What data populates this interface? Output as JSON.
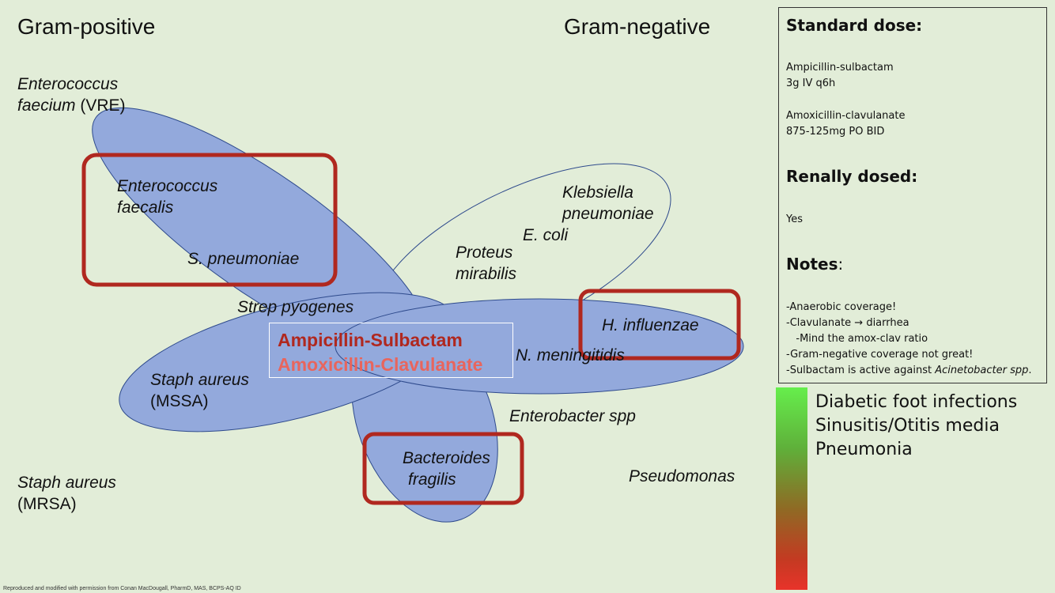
{
  "headers": {
    "gram_positive": "Gram-positive",
    "gram_negative": "Gram-negative"
  },
  "organisms": {
    "e_faecium_line1": "Enterococcus",
    "e_faecium_line2": "faecium",
    "e_faecium_note": "(VRE)",
    "e_faecalis_line1": "Enterococcus",
    "e_faecalis_line2": "faecalis",
    "s_pneumoniae": "S. pneumoniae",
    "strep_pyogenes": "Strep pyogenes",
    "staph_mssa_line1": "Staph aureus",
    "staph_mssa_line2": "(MSSA)",
    "staph_mrsa_line1": "Staph aureus",
    "staph_mrsa_line2": "(MRSA)",
    "klebsiella_line1": "Klebsiella",
    "klebsiella_line2": "pneumoniae",
    "e_coli": "E. coli",
    "proteus_line1": "Proteus",
    "proteus_line2": "mirabilis",
    "h_influenzae": "H. influenzae",
    "n_meningitidis": "N. meningitidis",
    "enterobacter": "Enterobacter spp",
    "bacteroides_line1": "Bacteroides",
    "bacteroides_line2": "fragilis",
    "pseudomonas": "Pseudomonas"
  },
  "drugs": {
    "primary": "Ampicillin-Sulbactam",
    "secondary": "Amoxicillin-Clavulanate"
  },
  "panel": {
    "standard_dose_title": "Standard dose:",
    "dose1_name": "Ampicillin-sulbactam",
    "dose1_value": "3g IV q6h",
    "dose2_name": "Amoxicillin-clavulanate",
    "dose2_value": "875-125mg PO BID",
    "renal_title": "Renally dosed:",
    "renal_value": "Yes",
    "notes_title": "Notes",
    "notes_colon": ":",
    "note1": "-Anaerobic coverage!",
    "note2": "-Clavulanate → diarrhea",
    "note3": "   -Mind the amox-clav ratio",
    "note4": "-Gram-negative coverage not great!",
    "note5_prefix": "-Sulbactam is active against ",
    "note5_italic": "Acinetobacter spp",
    "note5_suffix": "."
  },
  "indications": [
    "Diabetic foot infections",
    "Sinusitis/Otitis media",
    "Pneumonia"
  ],
  "credit": "Reproduced and modified with permission from Conan MacDougall, PharmD, MAS, BCPS-AQ ID",
  "colors": {
    "ellipse_fill": "#93a9dc",
    "ellipse_stroke": "#2e4a8c",
    "highlight_box": "#b0281f",
    "drug_primary": "#b0281f",
    "drug_secondary": "#e8655d",
    "background": "#e2edd8"
  }
}
